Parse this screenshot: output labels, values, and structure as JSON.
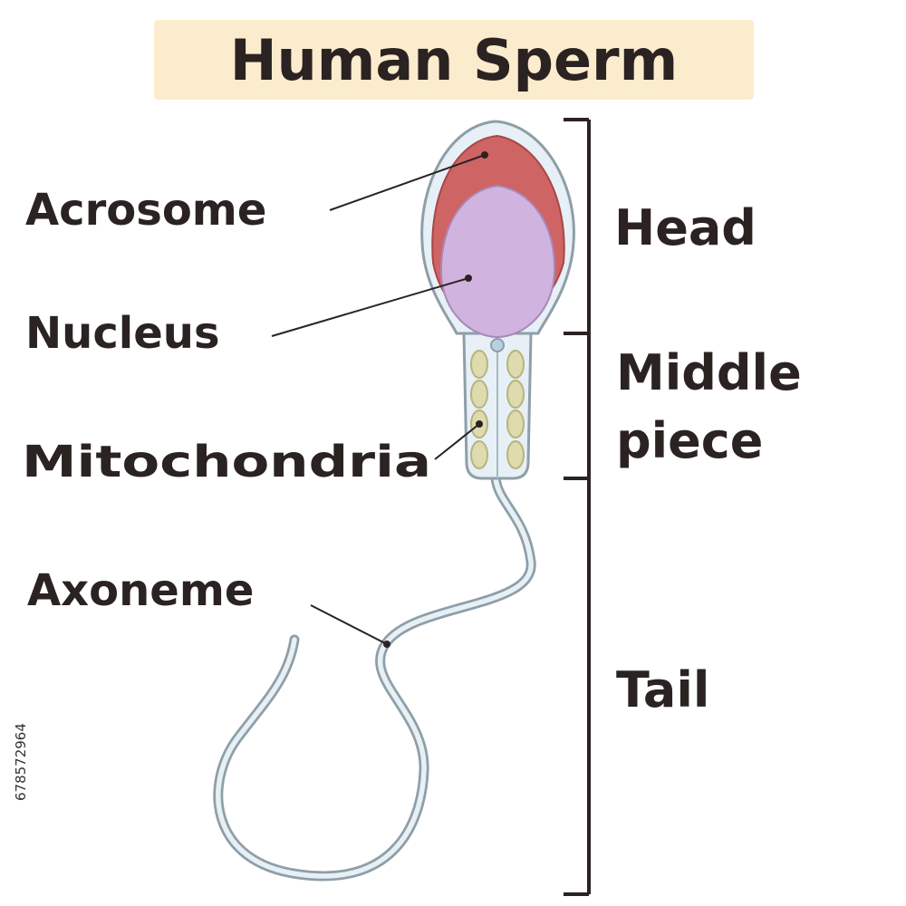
{
  "title": "Human Sperm",
  "parts": {
    "acrosome": "Acrosome",
    "nucleus": "Nucleus",
    "mitochondria": "Mitochondria",
    "axoneme": "Axoneme"
  },
  "regions": {
    "head": "Head",
    "middle_line1": "Middle",
    "middle_line2": "piece",
    "tail": "Tail"
  },
  "stock_id": "678572964",
  "colors": {
    "acrosome": "#cf6464",
    "nucleus": "#d1b3df",
    "mitochondria": "#dedbae",
    "cell_body": "#e6f0f6",
    "outline": "#8f9ea7",
    "label_text": "#2b2222",
    "title_highlight": "#fbeccd"
  }
}
